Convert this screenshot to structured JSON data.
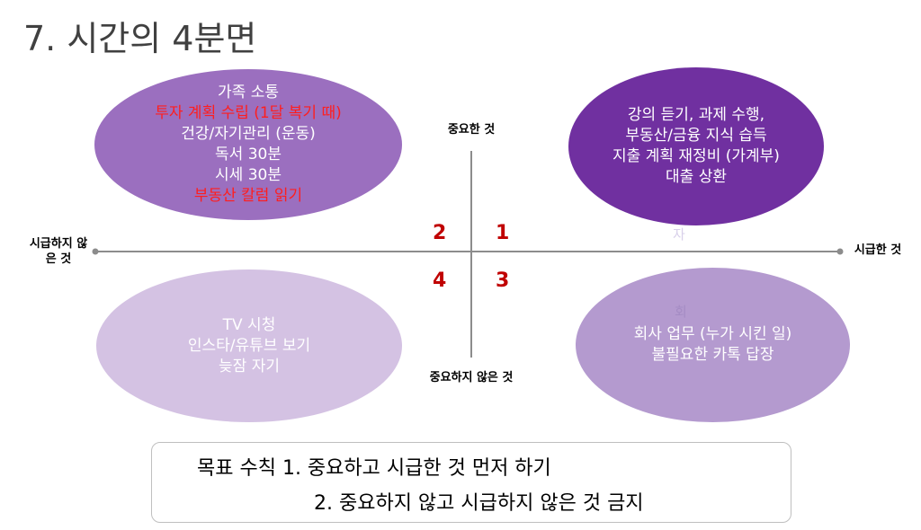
{
  "title": "7. 시간의 4분면",
  "axes": {
    "top": "중요한 것",
    "bottom": "중요하지 않은 것",
    "left": "시급하지 않은 것",
    "right": "시급한 것"
  },
  "quadrant_numbers": [
    "1",
    "2",
    "3",
    "4"
  ],
  "quadrants": {
    "q2": {
      "items": [
        "가족 소통",
        "투자 계획 수립 (1달 복기 때)",
        "건강/자기관리 (운동)",
        "독서 30분",
        "시세 30분",
        "부동산 칼럼 읽기"
      ],
      "color": "#9b6fbf"
    },
    "q1": {
      "items": [
        "강의 듣기, 과제 수행,",
        "부동산/금융 지식 습득",
        "지출 계획 재정비 (가계부)",
        "대출 상환"
      ],
      "color": "#7030a0"
    },
    "q4": {
      "items": [
        "TV 시청",
        "인스타/유튜브 보기",
        "늦잠 자기"
      ],
      "color": "#d4c2e3"
    },
    "q3": {
      "items": [
        "회사 업무 (누가 시킨 일)",
        "불필요한 카톡 답장"
      ],
      "color": "#b49acf"
    }
  },
  "faint_marks": [
    "자",
    "회"
  ],
  "goals": {
    "line1": "목표 수칙 1. 중요하고 시급한 것 먼저 하기",
    "line2": "2. 중요하지 않고 시급하지 않은 것 금지"
  }
}
